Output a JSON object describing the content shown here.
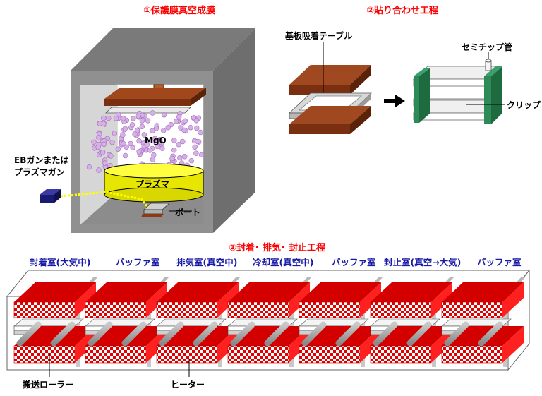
{
  "titles": {
    "step1": "①保護膜真空成膜",
    "step2": "②貼り合わせ工程",
    "step3": "③封着･ 排気･ 封止工程"
  },
  "step1": {
    "source_label_line1": "EBガンまたは",
    "source_label_line2": "プラズマガン",
    "mgo_label": "MgO",
    "plasma_label": "プラズマ",
    "boat_label": "ボート"
  },
  "step2": {
    "table_label": "基板吸着テーブル",
    "tube_label": "セミチップ管",
    "clip_label": "クリップ"
  },
  "step3": {
    "chambers": [
      "封着室(大気中)",
      "バッファ室",
      "排気室(真空中)",
      "冷却室(真空中)",
      "バッファ室",
      "封止室(真空→大気)",
      "バッファ室"
    ],
    "roller_label": "搬送ローラー",
    "heater_label": "ヒーター"
  },
  "colors": {
    "title_red": "#ff0000",
    "chamber_blue": "#1a1aa8",
    "substrate_brown": "#8b3a14",
    "heater_red": "#e00000",
    "clip_green": "#2e8b57",
    "plasma_yellow": "#f0f000",
    "chamber_gray": "#8c8c8c"
  }
}
